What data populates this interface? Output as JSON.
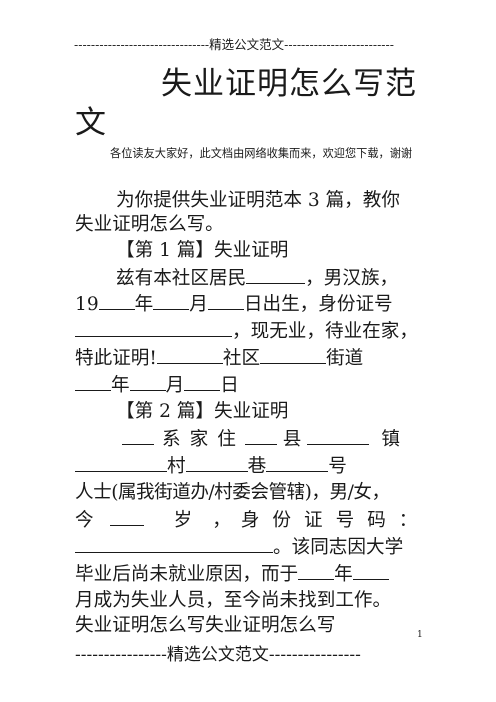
{
  "header": {
    "text": "--------------------------------精选公文范文--------------------------"
  },
  "title": {
    "line1": "失业证明怎么写范",
    "line2": "文"
  },
  "subtitle": "各位读友大家好，此文档由网络收集而来，欢迎您下载，谢谢",
  "intro": {
    "line1": "为你提供失业证明范本 3 篇，教你",
    "line2": "失业证明怎么写。"
  },
  "section1": {
    "heading": "【第 1 篇】失业证明",
    "l1a": "兹有本社区居民",
    "l1b": "，男汉族，",
    "l2a": "19",
    "l2b": "年",
    "l2c": "月",
    "l2d": "日出生，身份证号",
    "l3": "，现无业，待业在家，",
    "l4a": "特此证明!",
    "l4b": "社区",
    "l4c": "街道",
    "l5a": "年",
    "l5b": "月",
    "l5c": "日"
  },
  "section2": {
    "heading": "【第 2 篇】失业证明",
    "l1a": "系家住",
    "l1b": "县",
    "l1c": "镇",
    "l2a": "村",
    "l2b": "巷",
    "l2c": "号",
    "l3": "人士(属我街道办/村委会管辖)，男/女，",
    "l4a": "今",
    "l4b": "岁",
    "l4c": "，",
    "l4d": "身份证号码：",
    "l5": "。该同志因大学",
    "l6": "毕业后尚未就业原因，而于",
    "l6b": "年",
    "l7": "月成为失业人员，至今尚未找到工作。",
    "l8": "失业证明怎么写失业证明怎么写"
  },
  "footer": {
    "text": "----------------精选公文范文----------------",
    "page_number": "1"
  }
}
